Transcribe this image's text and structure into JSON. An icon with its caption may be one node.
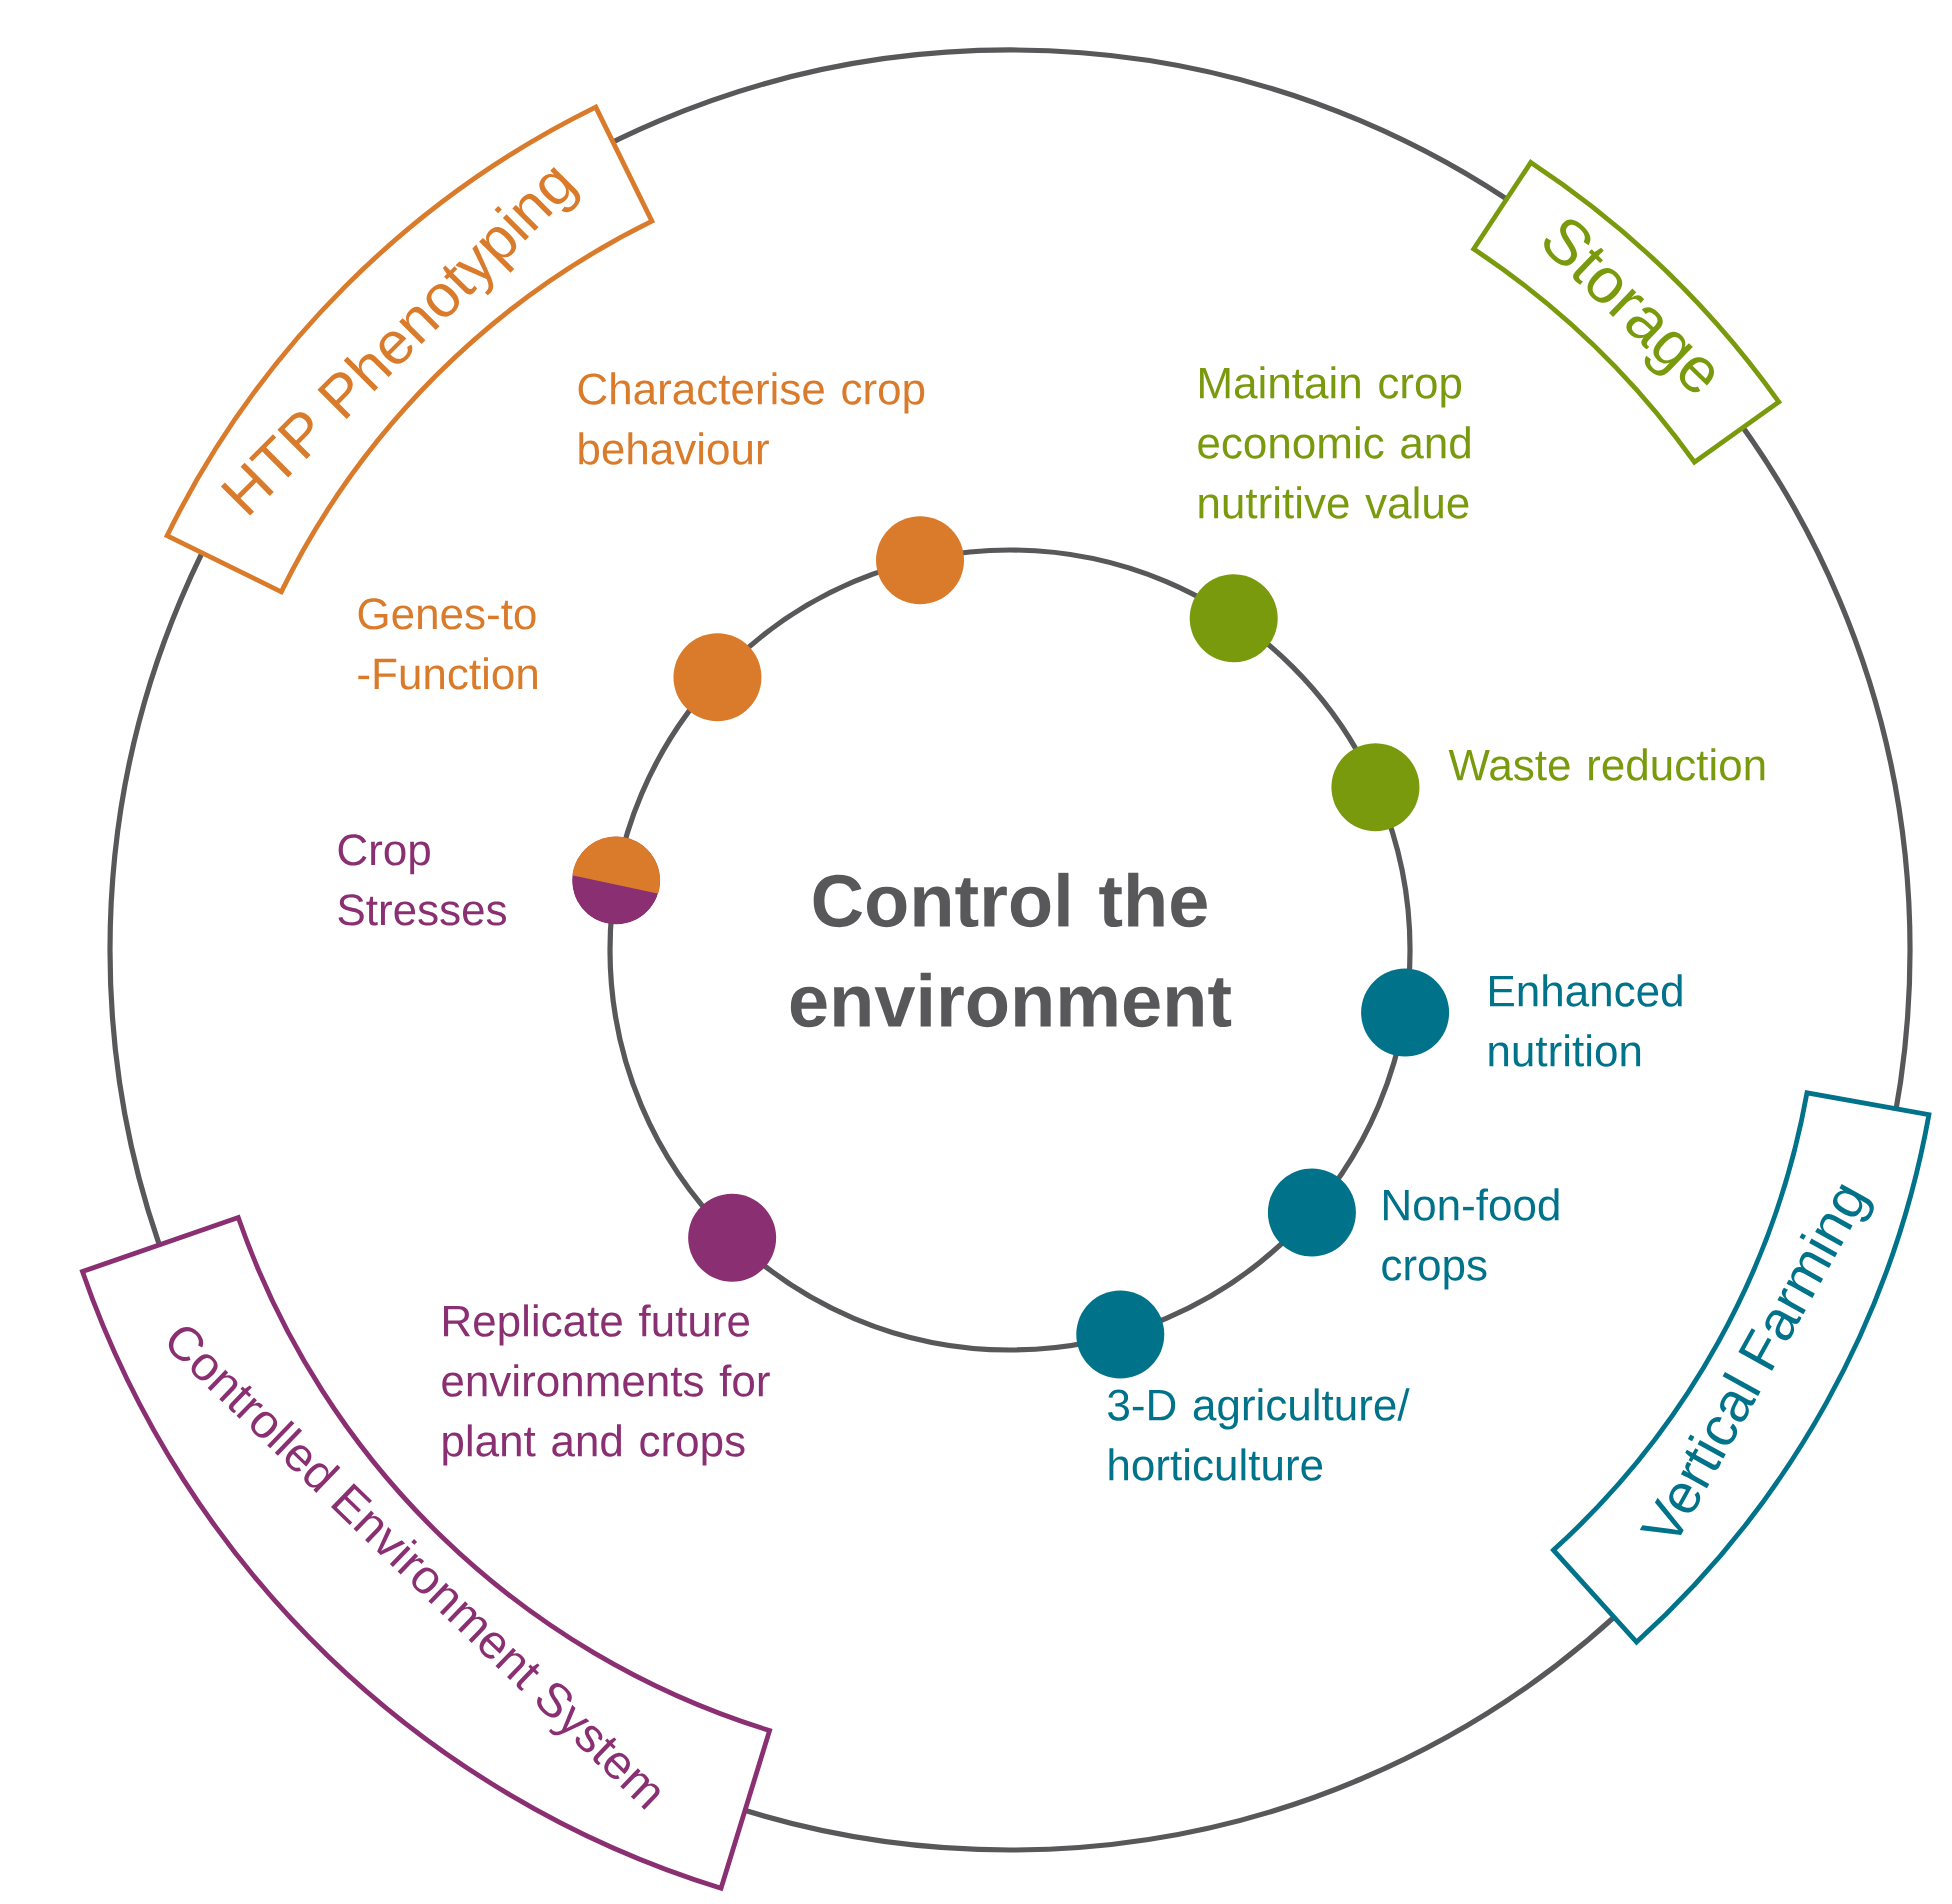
{
  "diagram": {
    "nodes": [
      {
        "text": [
          "HTP Phenotyping"
        ]
      },
      {
        "text": [
          "Storage"
        ]
      },
      {
        "text": [
          "Control the environment"
        ]
      },
      {
        "text": [],
        "shape": "circle"
      },
      {
        "text": [],
        "shape": "circle"
      },
      {
        "text": [],
        "shape": "circle"
      },
      {
        "text": [],
        "shape": "circle",
        "beside": [
          "Waste reduction"
        ]
      },
      {
        "text": [],
        "shape": "circle",
        "beside": [
          "Crop Stresses"
        ]
      },
      {
        "text": [],
        "shape": "circle",
        "beside": [
          "Enhanced nutrition"
        ]
      },
      {
        "text": [],
        "shape": "circle",
        "beside": [
          "Replicate future environments for plant and crops"
        ]
      },
      {
        "text": [],
        "shape": "circle",
        "beside": [
          "Non-food crops"
        ]
      },
      {
        "text": [],
        "shape": "circle",
        "beside": [
          "3-D agriculture/ horticulture"
        ]
      },
      {
        "text": [
          "Controlled Environment System"
        ]
      },
      {
        "text": [
          "Vertical Farming"
        ]
      }
    ],
    "labels": [
      "Characterise crop behaviour",
      "Maintain crop economic and nutritive value",
      "Genes-to -Function"
    ]
  }
}
